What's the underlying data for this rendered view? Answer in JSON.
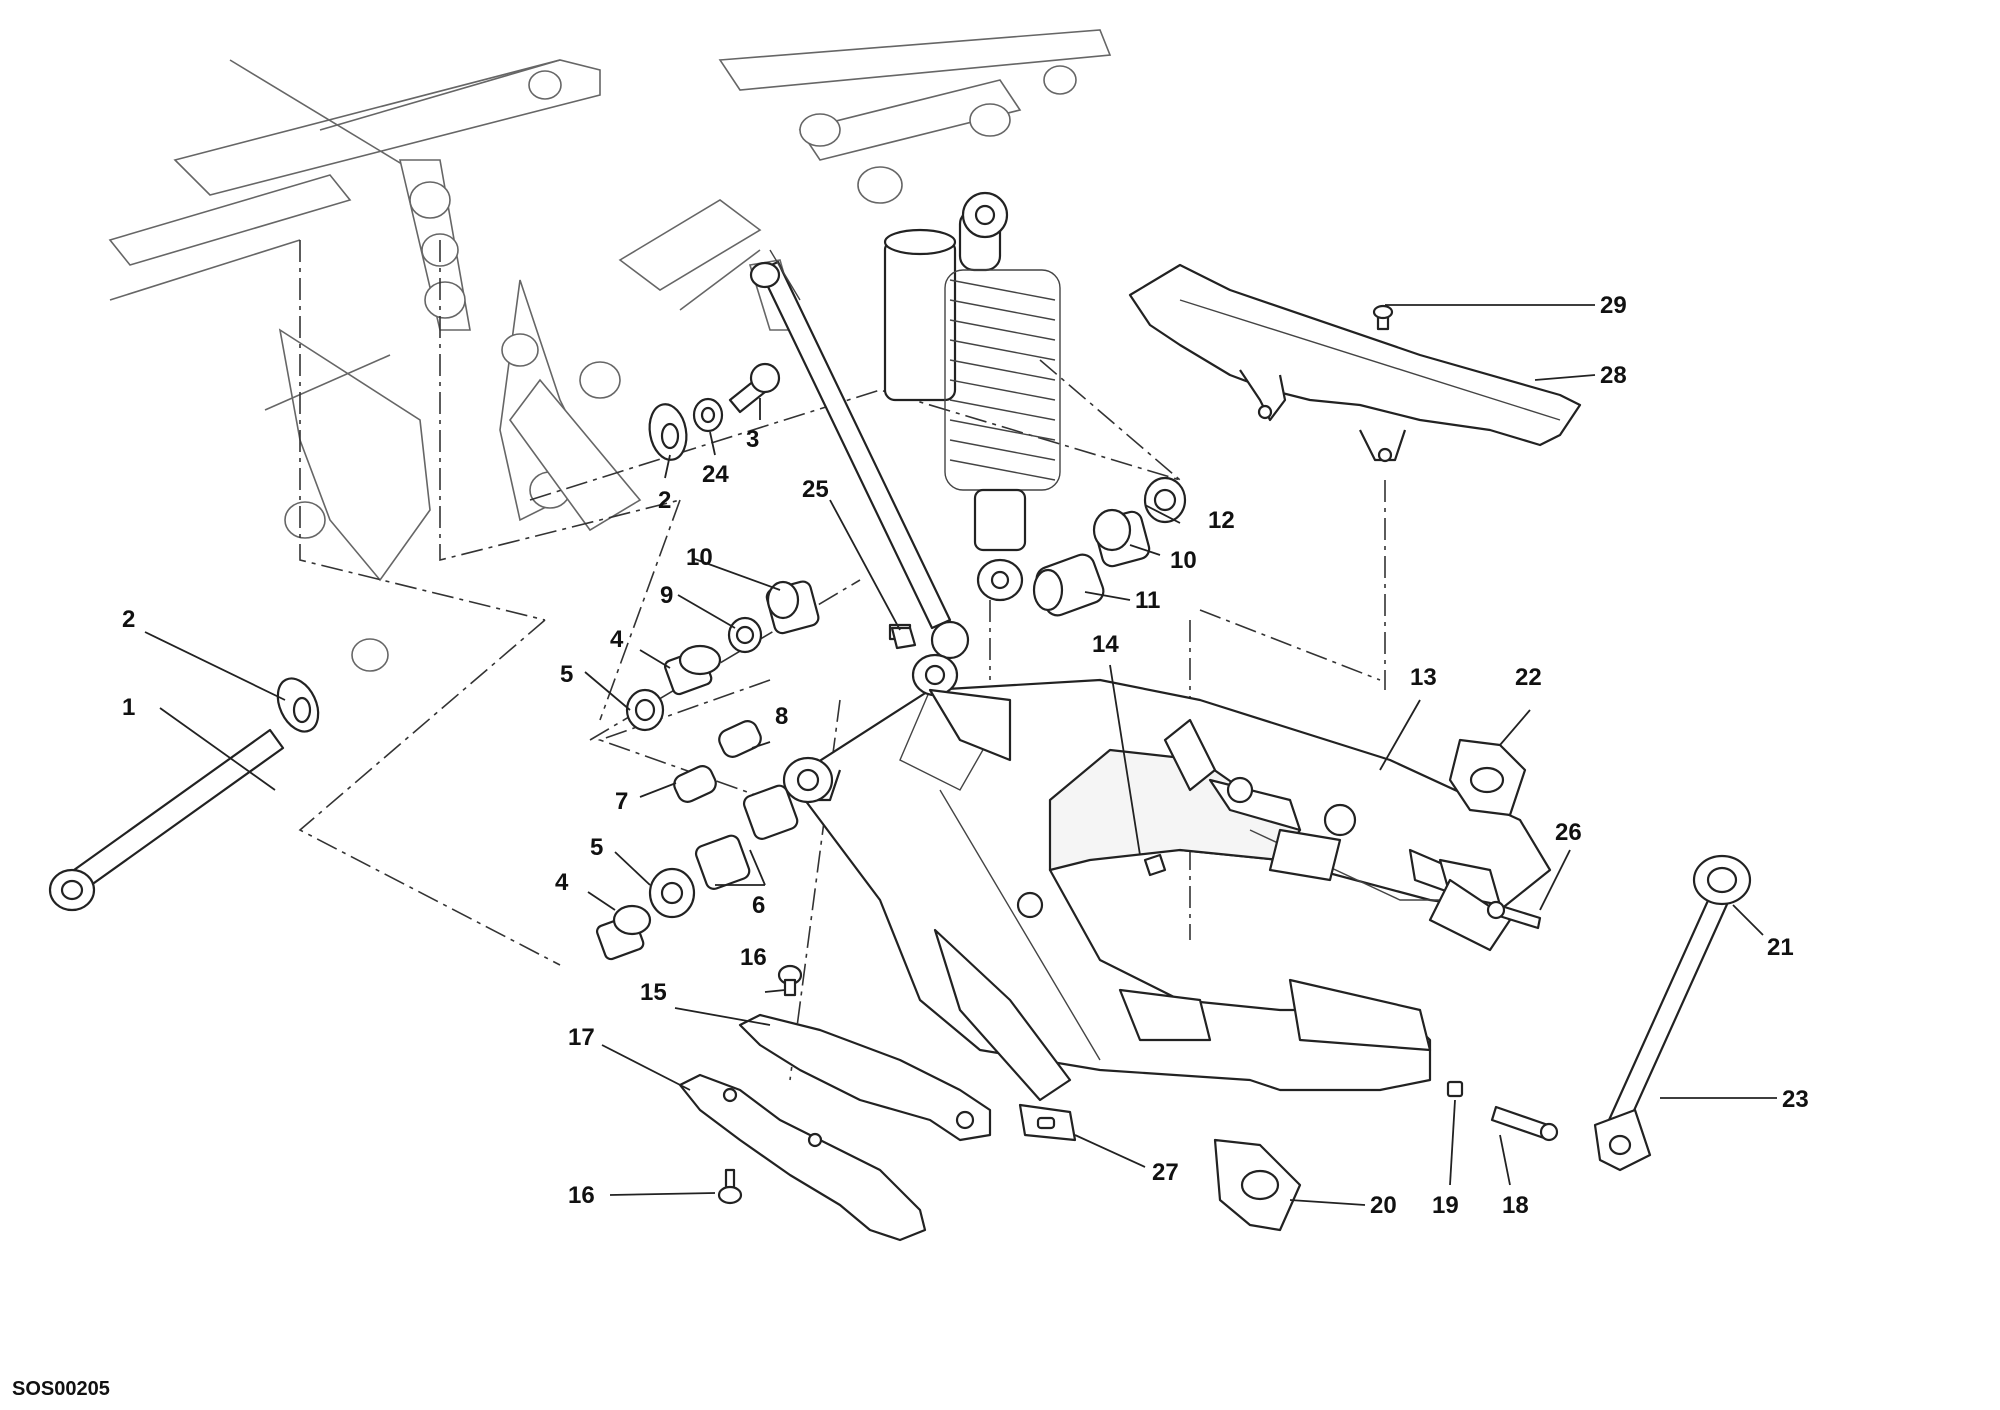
{
  "diagram": {
    "code": "SOS00205",
    "callouts": [
      {
        "id": "c1",
        "text": "1"
      },
      {
        "id": "c2a",
        "text": "2"
      },
      {
        "id": "c2b",
        "text": "2"
      },
      {
        "id": "c3",
        "text": "3"
      },
      {
        "id": "c4a",
        "text": "4"
      },
      {
        "id": "c4b",
        "text": "4"
      },
      {
        "id": "c5a",
        "text": "5"
      },
      {
        "id": "c5b",
        "text": "5"
      },
      {
        "id": "c6",
        "text": "6"
      },
      {
        "id": "c7",
        "text": "7"
      },
      {
        "id": "c8",
        "text": "8"
      },
      {
        "id": "c9",
        "text": "9"
      },
      {
        "id": "c10a",
        "text": "10"
      },
      {
        "id": "c10b",
        "text": "10"
      },
      {
        "id": "c11",
        "text": "11"
      },
      {
        "id": "c12",
        "text": "12"
      },
      {
        "id": "c13",
        "text": "13"
      },
      {
        "id": "c14",
        "text": "14"
      },
      {
        "id": "c15",
        "text": "15"
      },
      {
        "id": "c16a",
        "text": "16"
      },
      {
        "id": "c16b",
        "text": "16"
      },
      {
        "id": "c17",
        "text": "17"
      },
      {
        "id": "c18",
        "text": "18"
      },
      {
        "id": "c19",
        "text": "19"
      },
      {
        "id": "c20",
        "text": "20"
      },
      {
        "id": "c21",
        "text": "21"
      },
      {
        "id": "c22",
        "text": "22"
      },
      {
        "id": "c23",
        "text": "23"
      },
      {
        "id": "c24",
        "text": "24"
      },
      {
        "id": "c25",
        "text": "25"
      },
      {
        "id": "c26",
        "text": "26"
      },
      {
        "id": "c27",
        "text": "27"
      },
      {
        "id": "c28",
        "text": "28"
      },
      {
        "id": "c29",
        "text": "29"
      }
    ]
  }
}
